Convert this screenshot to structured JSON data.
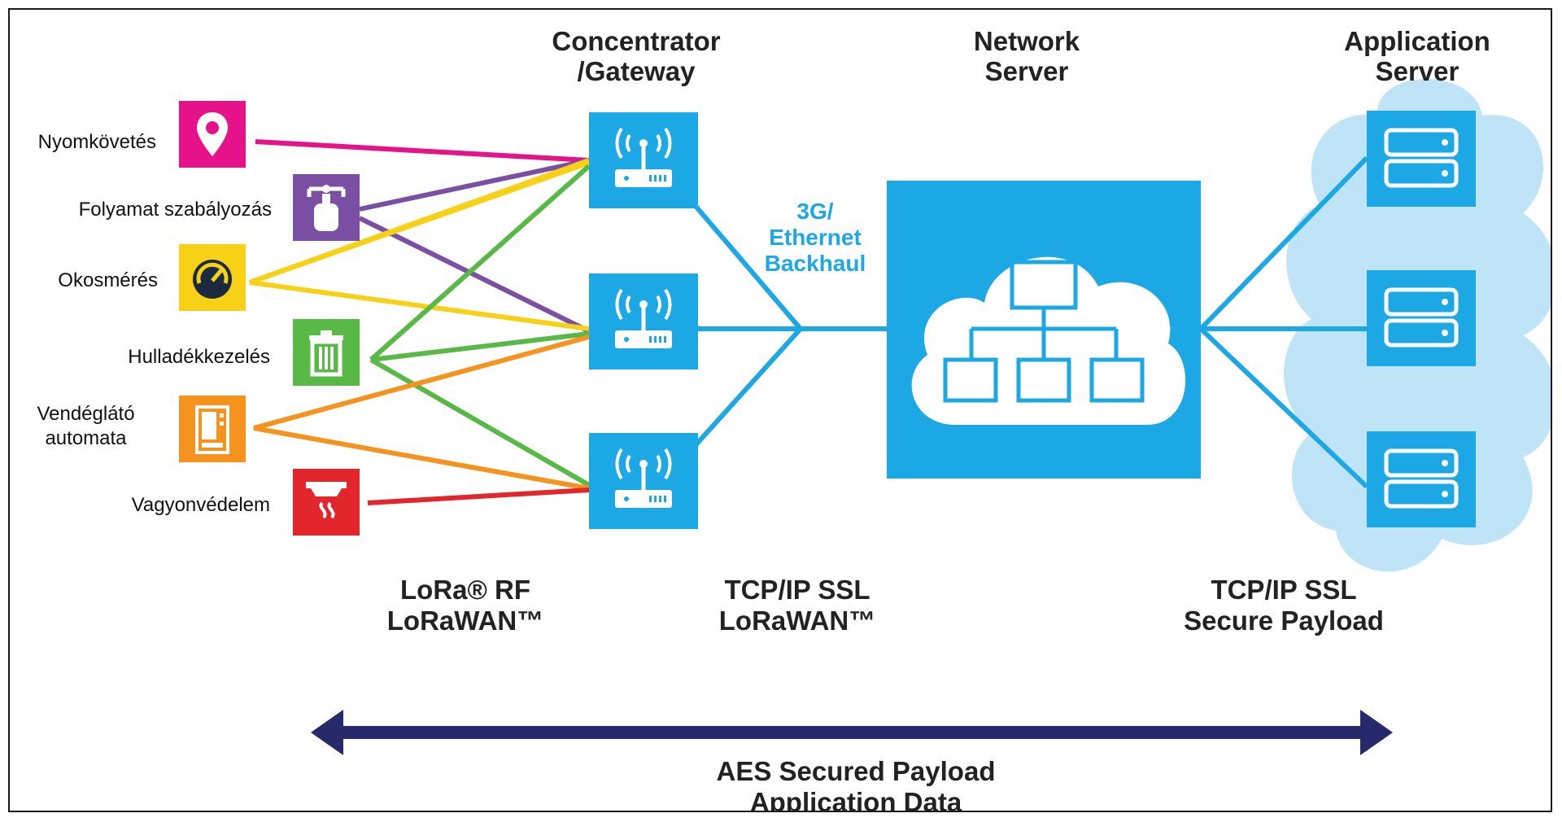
{
  "headers": {
    "concentrator": [
      "Concentrator",
      "/Gateway"
    ],
    "network_server": [
      "Network",
      "Server"
    ],
    "application_server": [
      "Application",
      "Server"
    ]
  },
  "devices": [
    {
      "label": [
        "Nyomkövetés"
      ],
      "color": "#e5128a",
      "icon": "location-pin-icon"
    },
    {
      "label": [
        "Folyamat szabályozás"
      ],
      "color": "#7b4fa3",
      "icon": "gas-cylinder-icon"
    },
    {
      "label": [
        "Okosmérés"
      ],
      "color": "#f7d116",
      "icon": "gauge-icon"
    },
    {
      "label": [
        "Hulladékkezelés"
      ],
      "color": "#58b947",
      "icon": "trash-bin-icon"
    },
    {
      "label": [
        "Vendéglátó",
        "automata"
      ],
      "color": "#f6921e",
      "icon": "vending-machine-icon"
    },
    {
      "label": [
        "Vagyonvédelem"
      ],
      "color": "#e3262b",
      "icon": "smoke-detector-icon"
    }
  ],
  "backhaul": [
    "3G/",
    "Ethernet",
    "Backhaul"
  ],
  "protocols": {
    "rf": [
      "LoRa® RF",
      "LoRaWAN™"
    ],
    "gateway_link": [
      "TCP/IP SSL",
      "LoRaWAN™"
    ],
    "app_link": [
      "TCP/IP SSL",
      "Secure Payload"
    ]
  },
  "aes": [
    "AES Secured Payload",
    "Application Data"
  ],
  "colors": {
    "accent_blue": "#1ba8e4",
    "cloud_light": "#bfe3f7",
    "arrow_navy": "#262a6b"
  }
}
